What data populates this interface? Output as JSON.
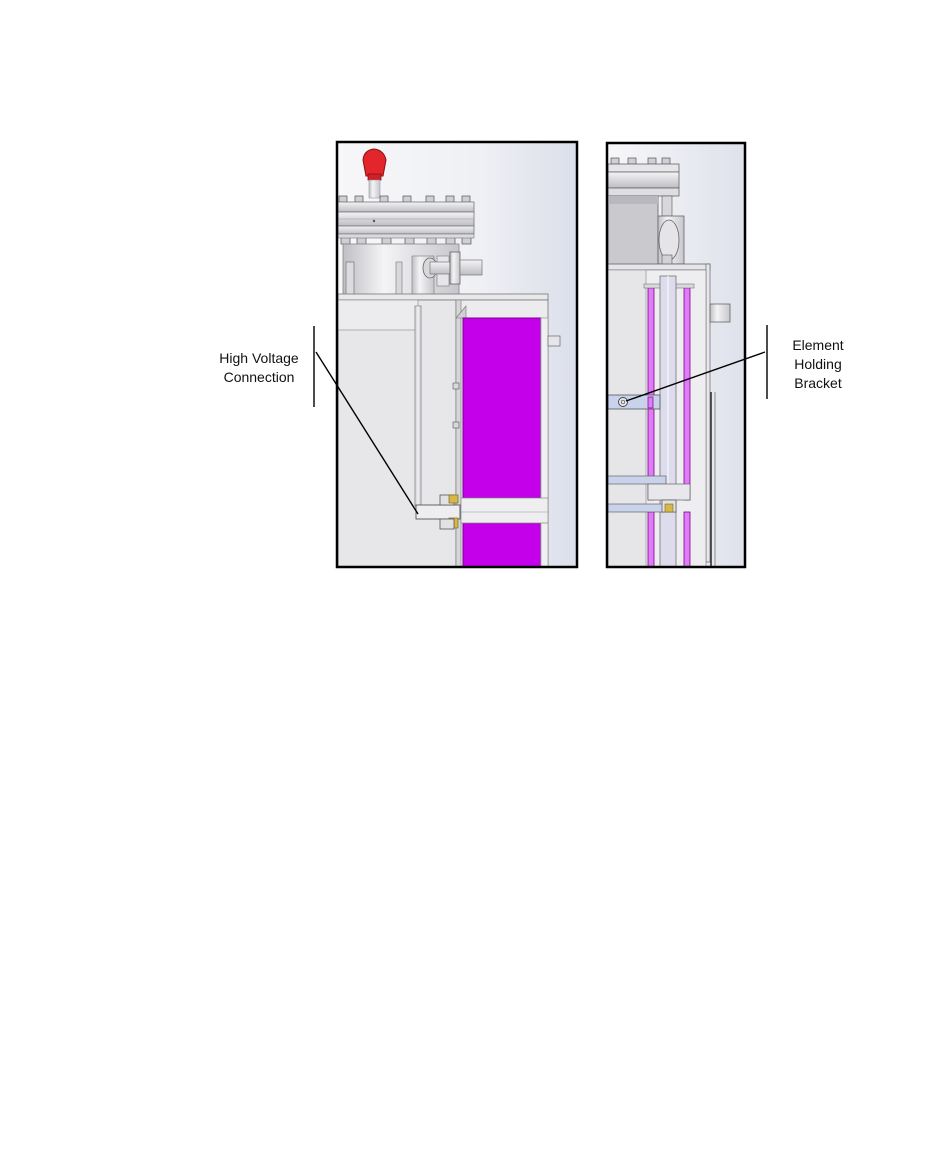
{
  "figure": {
    "callouts": {
      "high_voltage_line1": "High Voltage",
      "high_voltage_line2": "Connection",
      "element_line1": "Element",
      "element_line2": "Holding",
      "element_line3": "Bracket"
    },
    "colors": {
      "element": "#c400ea",
      "element_light": "#e07cf5",
      "frame": "#000000",
      "metal": "#e3e2e6",
      "metal_dark": "#9a9aa0",
      "background": "#f2f3f6",
      "shadow": "#e4e6ee",
      "knob_red": "#e3262c",
      "brass": "#d6b84a",
      "bracket_blue": "#c8d2ea"
    }
  }
}
